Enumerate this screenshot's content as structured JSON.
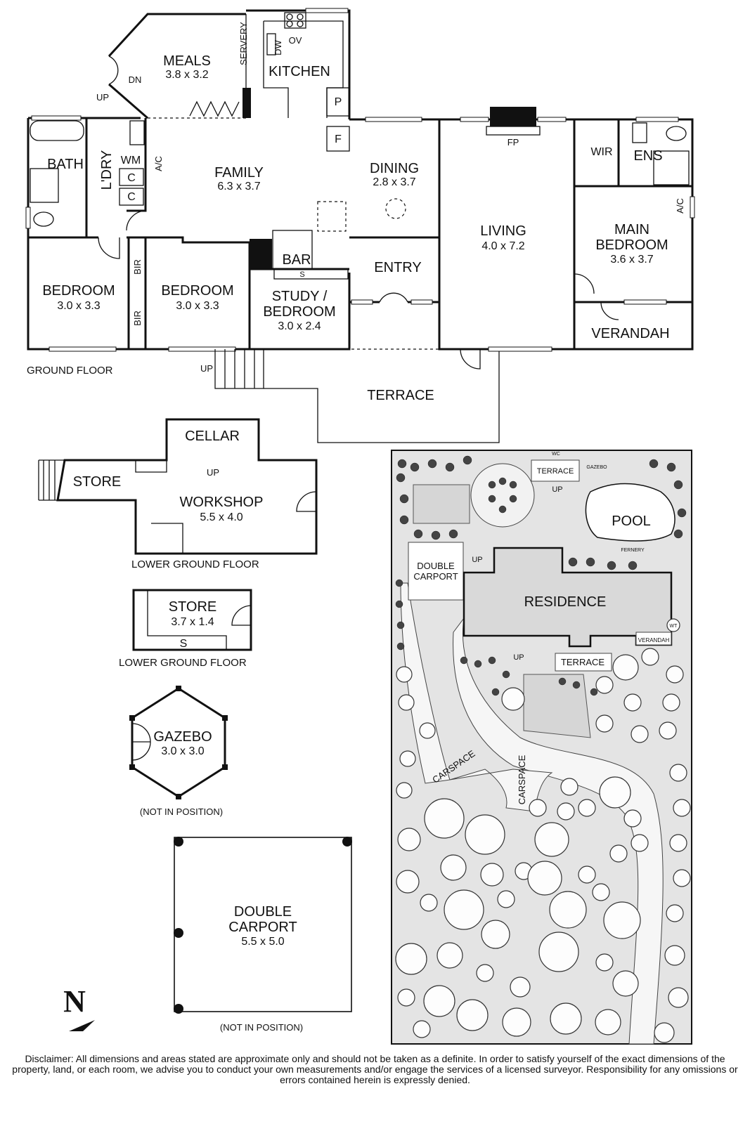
{
  "ground_floor": {
    "caption": "GROUND FLOOR",
    "rooms": [
      {
        "id": "meals",
        "name": "MEALS",
        "dims": "3.8 x 3.2"
      },
      {
        "id": "kitchen",
        "name": "KITCHEN"
      },
      {
        "id": "family",
        "name": "FAMILY",
        "dims": "6.3 x 3.7"
      },
      {
        "id": "dining",
        "name": "DINING",
        "dims": "2.8 x 3.7"
      },
      {
        "id": "living",
        "name": "LIVING",
        "dims": "4.0 x 7.2"
      },
      {
        "id": "main-bedroom",
        "name_line1": "MAIN",
        "name_line2": "BEDROOM",
        "dims": "3.6 x 3.7"
      },
      {
        "id": "bath",
        "name": "BATH"
      },
      {
        "id": "laundry",
        "name": "L'DRY"
      },
      {
        "id": "bedroom-1",
        "name": "BEDROOM",
        "dims": "3.0 x 3.3"
      },
      {
        "id": "bedroom-2",
        "name": "BEDROOM",
        "dims": "3.0 x 3.3"
      },
      {
        "id": "study",
        "name_line1": "STUDY /",
        "name_line2": "BEDROOM",
        "dims": "3.0 x 2.4"
      },
      {
        "id": "bar",
        "name": "BAR"
      },
      {
        "id": "entry",
        "name": "ENTRY"
      },
      {
        "id": "verandah",
        "name": "VERANDAH"
      },
      {
        "id": "terrace",
        "name": "TERRACE"
      },
      {
        "id": "wir",
        "name": "WIR"
      },
      {
        "id": "ens",
        "name": "ENS"
      }
    ],
    "fixtures": {
      "servery": "SERVERY",
      "dw": "DW",
      "ov": "OV",
      "pantry": "P",
      "fridge": "F",
      "fireplace": "FP",
      "wm": "WM",
      "ac": "A/C",
      "cupboard": "C",
      "bir": "BIR",
      "shelf": "S",
      "up": "UP",
      "dn": "DN"
    }
  },
  "lower_ground_workshop": {
    "caption": "LOWER GROUND FLOOR",
    "rooms": [
      {
        "name": "CELLAR"
      },
      {
        "name": "STORE"
      },
      {
        "name": "WORKSHOP",
        "dims": "5.5 x 4.0"
      }
    ],
    "up": "UP"
  },
  "lower_ground_store": {
    "caption": "LOWER GROUND FLOOR",
    "name": "STORE",
    "dims": "3.7 x 1.4",
    "shelf": "S"
  },
  "gazebo": {
    "name": "GAZEBO",
    "dims": "3.0 x 3.0",
    "note": "(NOT IN POSITION)"
  },
  "carport": {
    "name_line1": "DOUBLE",
    "name_line2": "CARPORT",
    "dims": "5.5 x 5.0",
    "note": "(NOT IN POSITION)"
  },
  "site_plan": {
    "labels": {
      "terrace_top": "TERRACE",
      "gazebo": "GAZEBO",
      "pool": "POOL",
      "wt": "WT",
      "double_carport_1": "DOUBLE",
      "double_carport_2": "CARPORT",
      "residence": "RESIDENCE",
      "verandah": "VERANDAH",
      "terrace_bottom": "TERRACE",
      "carspace": "CARSPACE",
      "fernery": "FERNERY",
      "up": "UP",
      "wc": "WC"
    }
  },
  "compass": {
    "letter": "N"
  },
  "disclaimer": "Disclaimer: All dimensions and areas stated are approximate only and should not be taken as a definite. In order to satisfy yourself of the exact dimensions of the property, land, or each room, we advise you to conduct your own measurements and/or engage the services of a licensed surveyor. Responsibility for any omissions or errors contained herein is expressly denied."
}
